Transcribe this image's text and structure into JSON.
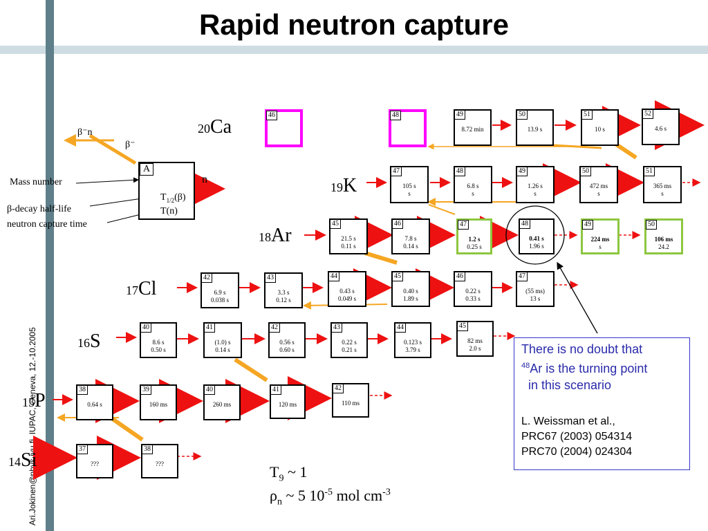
{
  "title": "Rapid neutron capture",
  "side_note": "Ari.Jokinen@phys.jyu.fi, IUPAC, Geneva, 12.-10.2005",
  "legend": {
    "beta_n": "β⁻n",
    "beta": "β⁻",
    "n": "n",
    "box_label_A": "A",
    "box_T12": "T",
    "box_T12_sub": "1/2",
    "box_T12_rest": "(β)",
    "box_Tn": "T(n)",
    "mass_number": "Mass number",
    "beta_decay_halflife": "β-decay half-life",
    "neutron_capture_time": "neutron capture time"
  },
  "elements": [
    {
      "z": "20",
      "symbol": "Ca"
    },
    {
      "z": "19",
      "symbol": "K"
    },
    {
      "z": "18",
      "symbol": "Ar"
    },
    {
      "z": "17",
      "symbol": "Cl"
    },
    {
      "z": "16",
      "symbol": "S"
    },
    {
      "z": "15",
      "symbol": "P"
    },
    {
      "z": "14",
      "symbol": "Si"
    }
  ],
  "nuclides": {
    "ca": [
      {
        "mass": "46",
        "t1": "",
        "t2": ""
      },
      {
        "mass": "48",
        "t1": "",
        "t2": ""
      },
      {
        "mass": "49",
        "t1": "8.72 min",
        "t2": ""
      },
      {
        "mass": "50",
        "t1": "13.9  s",
        "t2": ""
      },
      {
        "mass": "51",
        "t1": "10  s",
        "t2": ""
      },
      {
        "mass": "52",
        "t1": "4.6 s",
        "t2": ""
      }
    ],
    "k": [
      {
        "mass": "47",
        "t1": "105  s",
        "t2": "s"
      },
      {
        "mass": "48",
        "t1": "6.8  s",
        "t2": "s"
      },
      {
        "mass": "49",
        "t1": "1.26 s",
        "t2": "s"
      },
      {
        "mass": "50",
        "t1": "472  ms",
        "t2": "s"
      },
      {
        "mass": "51",
        "t1": "365  ms",
        "t2": "s"
      }
    ],
    "ar": [
      {
        "mass": "45",
        "t1": "21.5  s",
        "t2": "0.11 s"
      },
      {
        "mass": "46",
        "t1": "7.8  s",
        "t2": "0.14 s"
      },
      {
        "mass": "47",
        "t1": "1.2 s",
        "t2": "0.25 s"
      },
      {
        "mass": "48",
        "t1": "0.41 s",
        "t2": "1.96  s"
      },
      {
        "mass": "49",
        "t1": "224 ms",
        "t2": "s"
      },
      {
        "mass": "50",
        "t1": "106 ms",
        "t2": "24.2"
      }
    ],
    "cl": [
      {
        "mass": "42",
        "t1": "6.9  s",
        "t2": "0.038 s"
      },
      {
        "mass": "43",
        "t1": "3.3  s",
        "t2": "0.12 s"
      },
      {
        "mass": "44",
        "t1": "0.43 s",
        "t2": "0.049 s"
      },
      {
        "mass": "45",
        "t1": "0.40 s",
        "t2": "1.89 s"
      },
      {
        "mass": "46",
        "t1": "0.22 s",
        "t2": "0.33 s"
      },
      {
        "mass": "47",
        "t1": "(55 ms)",
        "t2": "13  s"
      }
    ],
    "s": [
      {
        "mass": "40",
        "t1": "8.6  s",
        "t2": "0.50 s"
      },
      {
        "mass": "41",
        "t1": "(1.0)  s",
        "t2": "0.14 s"
      },
      {
        "mass": "42",
        "t1": "0.56 s",
        "t2": "0.60 s"
      },
      {
        "mass": "43",
        "t1": "0.22 s",
        "t2": "0.21 s"
      },
      {
        "mass": "44",
        "t1": "0.123 s",
        "t2": "3.79 s"
      },
      {
        "mass": "45",
        "t1": "82 ms",
        "t2": "2.0 s"
      }
    ],
    "p": [
      {
        "mass": "38",
        "t1": "0.64 s",
        "t2": ""
      },
      {
        "mass": "39",
        "t1": "160 ms",
        "t2": ""
      },
      {
        "mass": "40",
        "t1": "260 ms",
        "t2": ""
      },
      {
        "mass": "41",
        "t1": "120 ms",
        "t2": ""
      },
      {
        "mass": "42",
        "t1": "110 ms",
        "t2": ""
      }
    ],
    "si": [
      {
        "mass": "37",
        "t1": "???",
        "t2": ""
      },
      {
        "mass": "38",
        "t1": "???",
        "t2": ""
      }
    ]
  },
  "info": {
    "line1": "There is no doubt that",
    "line2_sup": "48",
    "line2": "Ar is the turning point",
    "line3": "in this scenario",
    "ref1": "L. Weissman et al.,",
    "ref2": "PRC67 (2003) 054314",
    "ref3": "PRC70 (2004) 024304"
  },
  "conditions": {
    "t9": "T",
    "t9_sub": "9",
    "t9_rest": " ~ 1",
    "rho": "ρ",
    "rho_sub": "n",
    "rho_mid": " ~  5 10",
    "rho_exp": "-5",
    "rho_unit": " mol cm",
    "rho_unit_exp": "-3"
  },
  "colors": {
    "red": "#ee1111",
    "orange": "#f5a623",
    "magenta": "#ff00ff",
    "green": "#8dc63f",
    "band": "#cfdde3",
    "bar": "#5f7f8a",
    "note": "#2a2aaa"
  }
}
